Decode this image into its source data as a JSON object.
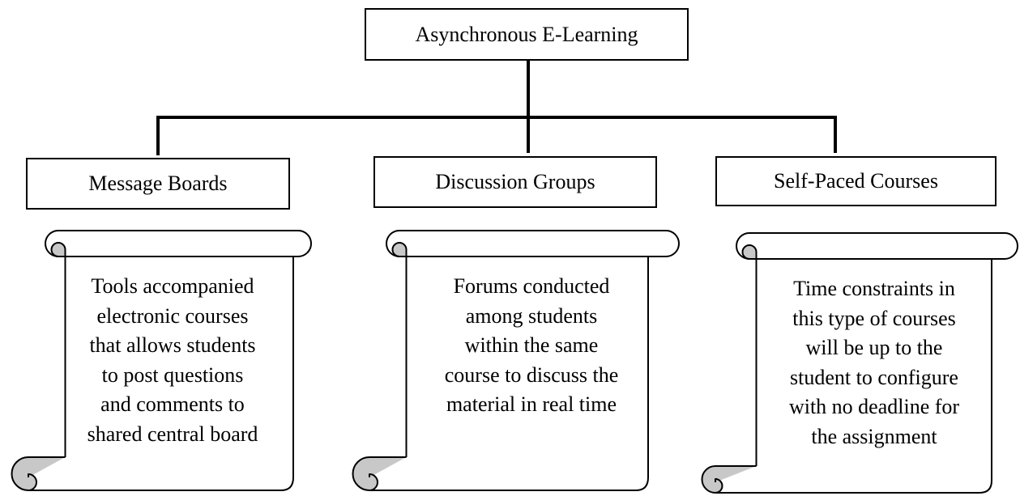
{
  "diagram": {
    "root": {
      "label": "Asynchronous E-Learning"
    },
    "branches": [
      {
        "label": "Message Boards",
        "description_lines": [
          "Tools accompanied",
          "electronic courses",
          "that allows students",
          "to post questions",
          "and comments to",
          "shared central board"
        ]
      },
      {
        "label": "Discussion Groups",
        "description_lines": [
          "Forums conducted",
          "among students",
          "within the same",
          "course to discuss the",
          "material in real time"
        ]
      },
      {
        "label": "Self-Paced Courses",
        "description_lines": [
          "Time constraints in",
          "this type of courses",
          "will be up to the",
          "student to configure",
          "with no deadline for",
          "the assignment"
        ]
      }
    ],
    "colors": {
      "line": "#000000",
      "box_fill": "#ffffff",
      "scroll_curl_fill": "#c8c8c8"
    }
  }
}
